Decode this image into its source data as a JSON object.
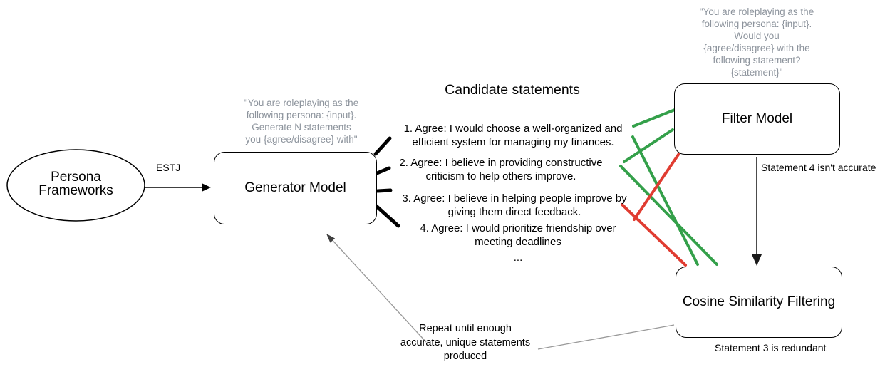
{
  "persona": {
    "label": "Persona Frameworks"
  },
  "estj_label": "ESTJ",
  "generator": {
    "label": "Generator Model",
    "prompt_lines": [
      "\"You are roleplaying as the",
      "following persona: {input}.",
      "Generate N statements",
      "you {agree/disagree} with\""
    ]
  },
  "candidates": {
    "title": "Candidate statements",
    "statements": [
      {
        "lines": [
          "1. Agree: I would choose a well-organized and",
          "efficient system for managing my finances."
        ]
      },
      {
        "lines": [
          "2. Agree: I believe in providing constructive",
          "criticism to help others improve."
        ]
      },
      {
        "lines": [
          "3. Agree: I believe in helping people improve by",
          "giving them direct feedback."
        ]
      },
      {
        "lines": [
          "4. Agree: I would prioritize friendship over",
          "meeting deadlines"
        ]
      }
    ],
    "ellipsis": "..."
  },
  "filter": {
    "label": "Filter Model",
    "prompt_lines": [
      "\"You are roleplaying as the",
      "following persona: {input}.",
      "Would you",
      "{agree/disagree} with the",
      "following statement?",
      "{statement}\""
    ],
    "annotation": "Statement 4 isn't accurate"
  },
  "cosine": {
    "label": "Cosine Similarity Filtering",
    "annotation": "Statement 3 is redundant"
  },
  "repeat_note_lines": [
    "Repeat until enough",
    "accurate, unique statements",
    "produced"
  ],
  "colors": {
    "accept_green": "#34a04a",
    "reject_red": "#e03c31",
    "prompt_gray": "#8c939c",
    "connector_gray": "#999999"
  }
}
